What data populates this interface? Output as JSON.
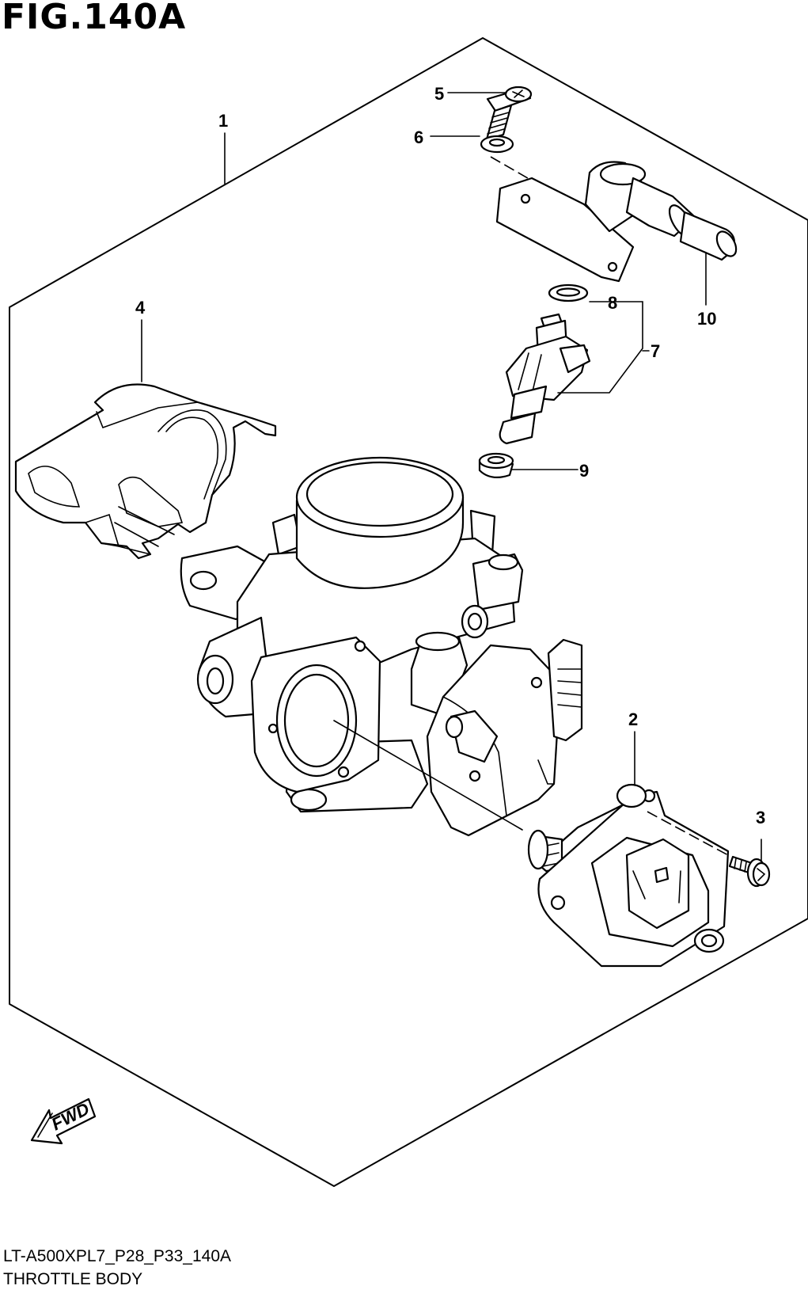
{
  "figure": {
    "title": "FIG.140A",
    "code": "LT-A500XPL7_P28_P33_140A",
    "name": "THROTTLE BODY",
    "direction_label": "FWD"
  },
  "callouts": [
    {
      "id": "1",
      "label": "1"
    },
    {
      "id": "2",
      "label": "2"
    },
    {
      "id": "3",
      "label": "3"
    },
    {
      "id": "4",
      "label": "4"
    },
    {
      "id": "5",
      "label": "5"
    },
    {
      "id": "6",
      "label": "6"
    },
    {
      "id": "7",
      "label": "7"
    },
    {
      "id": "8",
      "label": "8"
    },
    {
      "id": "9",
      "label": "9"
    },
    {
      "id": "10",
      "label": "10"
    }
  ],
  "colors": {
    "ink": "#000000",
    "paper": "#ffffff"
  },
  "icons": {
    "direction": "fwd-arrow-icon"
  }
}
